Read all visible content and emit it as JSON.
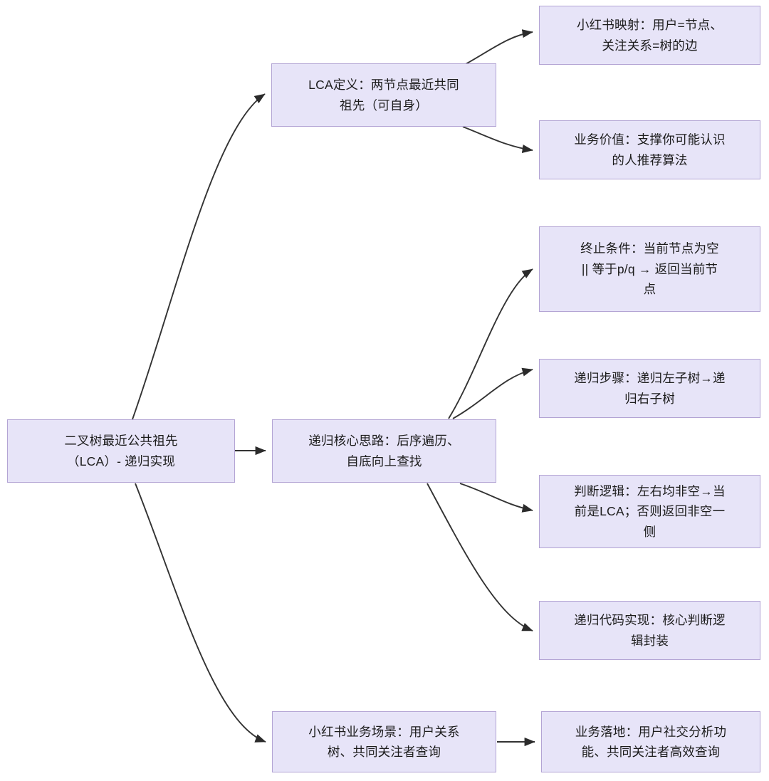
{
  "diagram": {
    "type": "mind-map",
    "background_color": "#ffffff",
    "node_fill_color": "#e7e4f8",
    "node_border_color": "#b3a4d4",
    "edge_color": "#333333",
    "text_color": "#1c1c1c"
  },
  "nodes": {
    "root": {
      "label": "二叉树最近公共祖先（LCA）- 递归实现",
      "lines": [
        "二叉树最近公共祖先",
        "（LCA）- 递归实现"
      ]
    },
    "lca_definition": {
      "label": "LCA定义：两节点最近共同祖先（可自身）",
      "lines": [
        "LCA定义：两节点最近共同",
        "祖先（可自身）"
      ]
    },
    "xhs_mapping": {
      "label": "小红书映射：用户=节点、关注关系=树的边",
      "lines": [
        "小红书映射：用户=节点、",
        "关注关系=树的边"
      ]
    },
    "business_value": {
      "label": "业务价值：支撑你可能认识的人推荐算法",
      "lines": [
        "业务价值：支撑你可能认识",
        "的人推荐算法"
      ]
    },
    "recursion_core": {
      "label": "递归核心思路：后序遍历、自底向上查找",
      "lines": [
        "递归核心思路：后序遍历、",
        "自底向上查找"
      ]
    },
    "termination": {
      "label": "终止条件：当前节点为空 || 等于p/q → 返回当前节点",
      "lines": [
        "终止条件：当前节点为空",
        "|| 等于p/q → 返回当前节",
        "点"
      ]
    },
    "recursion_steps": {
      "label": "递归步骤：递归左子树→递归右子树",
      "lines": [
        "递归步骤：递归左子树→递",
        "归右子树"
      ]
    },
    "judge_logic": {
      "label": "判断逻辑：左右均非空→当前是LCA；否则返回非空一侧",
      "lines": [
        "判断逻辑：左右均非空→当",
        "前是LCA；否则返回非空一",
        "侧"
      ]
    },
    "code_impl": {
      "label": "递归代码实现：核心判断逻辑封装",
      "lines": [
        "递归代码实现：核心判断逻",
        "辑封装"
      ]
    },
    "xhs_scenario": {
      "label": "小红书业务场景：用户关系树、共同关注者查询",
      "lines": [
        "小红书业务场景：用户关系",
        "树、共同关注者查询"
      ]
    },
    "business_landing": {
      "label": "业务落地：用户社交分析功能、共同关注者高效查询",
      "lines": [
        "业务落地：用户社交分析功",
        "能、共同关注者高效查询"
      ]
    }
  },
  "edges": [
    {
      "from": "root",
      "to": "lca_definition",
      "style": "curved"
    },
    {
      "from": "root",
      "to": "recursion_core",
      "style": "straight"
    },
    {
      "from": "root",
      "to": "xhs_scenario",
      "style": "curved"
    },
    {
      "from": "lca_definition",
      "to": "xhs_mapping",
      "style": "curved"
    },
    {
      "from": "lca_definition",
      "to": "business_value",
      "style": "curved"
    },
    {
      "from": "recursion_core",
      "to": "termination",
      "style": "curved"
    },
    {
      "from": "recursion_core",
      "to": "recursion_steps",
      "style": "curved"
    },
    {
      "from": "recursion_core",
      "to": "judge_logic",
      "style": "curved"
    },
    {
      "from": "recursion_core",
      "to": "code_impl",
      "style": "curved"
    },
    {
      "from": "xhs_scenario",
      "to": "business_landing",
      "style": "straight"
    }
  ]
}
